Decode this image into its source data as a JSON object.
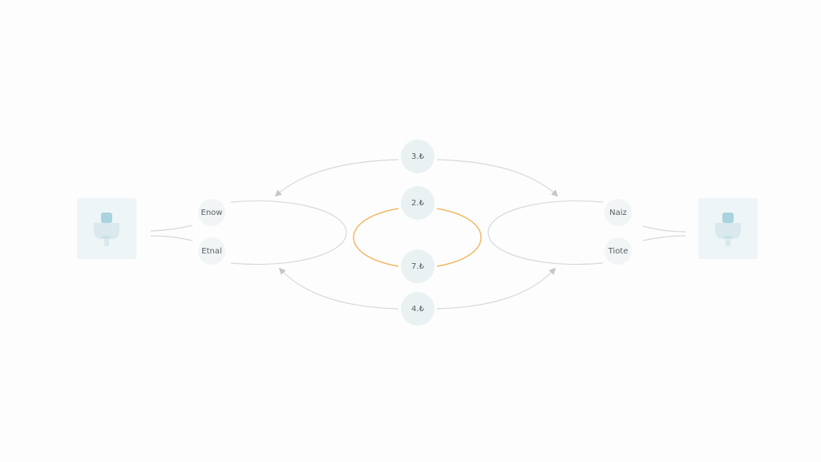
{
  "colors": {
    "background": "#fdfdfd",
    "node_fill": "#e9f1f3",
    "connector_gray": "#d6d9db",
    "arrow_gray": "#c3c7ca",
    "accent_orange": "#f2b662",
    "device_fill": "#eef5f6",
    "device_icon": "#a9d3df"
  },
  "nodes": {
    "top": "3.₺",
    "upper_mid": "2.₺",
    "lower_mid": "7.₺",
    "bottom": "4.₺"
  },
  "left_labels": {
    "upper": "Enow",
    "lower": "Etnal"
  },
  "right_labels": {
    "upper": "Naiz",
    "lower": "Tiote"
  },
  "devices": {
    "left_icon": "microphone-device-icon",
    "right_icon": "microphone-device-icon"
  }
}
